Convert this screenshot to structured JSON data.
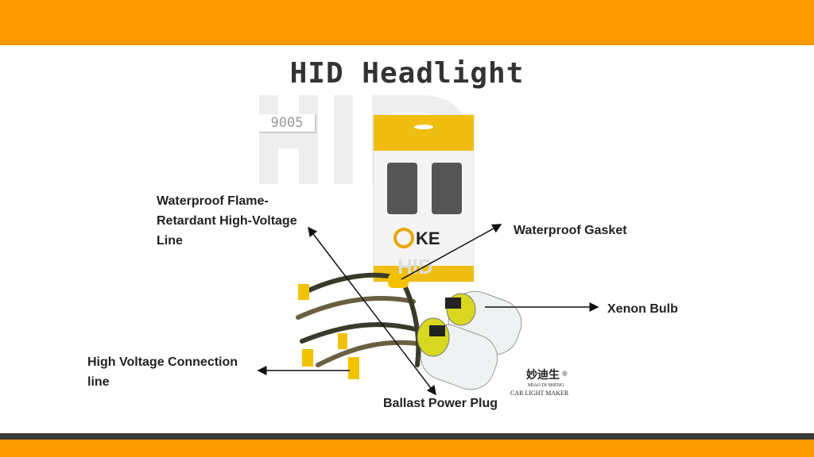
{
  "title": "HID Headlight",
  "background_text": "HID",
  "model_tag": "9005",
  "labels": {
    "flame_line": "Waterproof Flame-Retardant High-Voltage Line",
    "flame_line_l1": "Waterproof Flame-",
    "flame_line_l2": "Retardant High-Voltage",
    "flame_line_l3": "Line",
    "gasket": "Waterproof Gasket",
    "xenon": "Xenon Bulb",
    "hv_l1": "High Voltage Connection",
    "hv_l2": "line",
    "ballast": "Ballast Power Plug"
  },
  "package": {
    "brand": "KE",
    "box_text": "HID"
  },
  "brand": {
    "chinese": "妙迪生",
    "pinyin": "MIAO DI SHENG",
    "tagline": "CAR LIGHT MAKER",
    "registered": "®"
  },
  "colors": {
    "accent": "#FF9A00",
    "dark": "#3a3a3a",
    "yellow": "#F2C200"
  }
}
